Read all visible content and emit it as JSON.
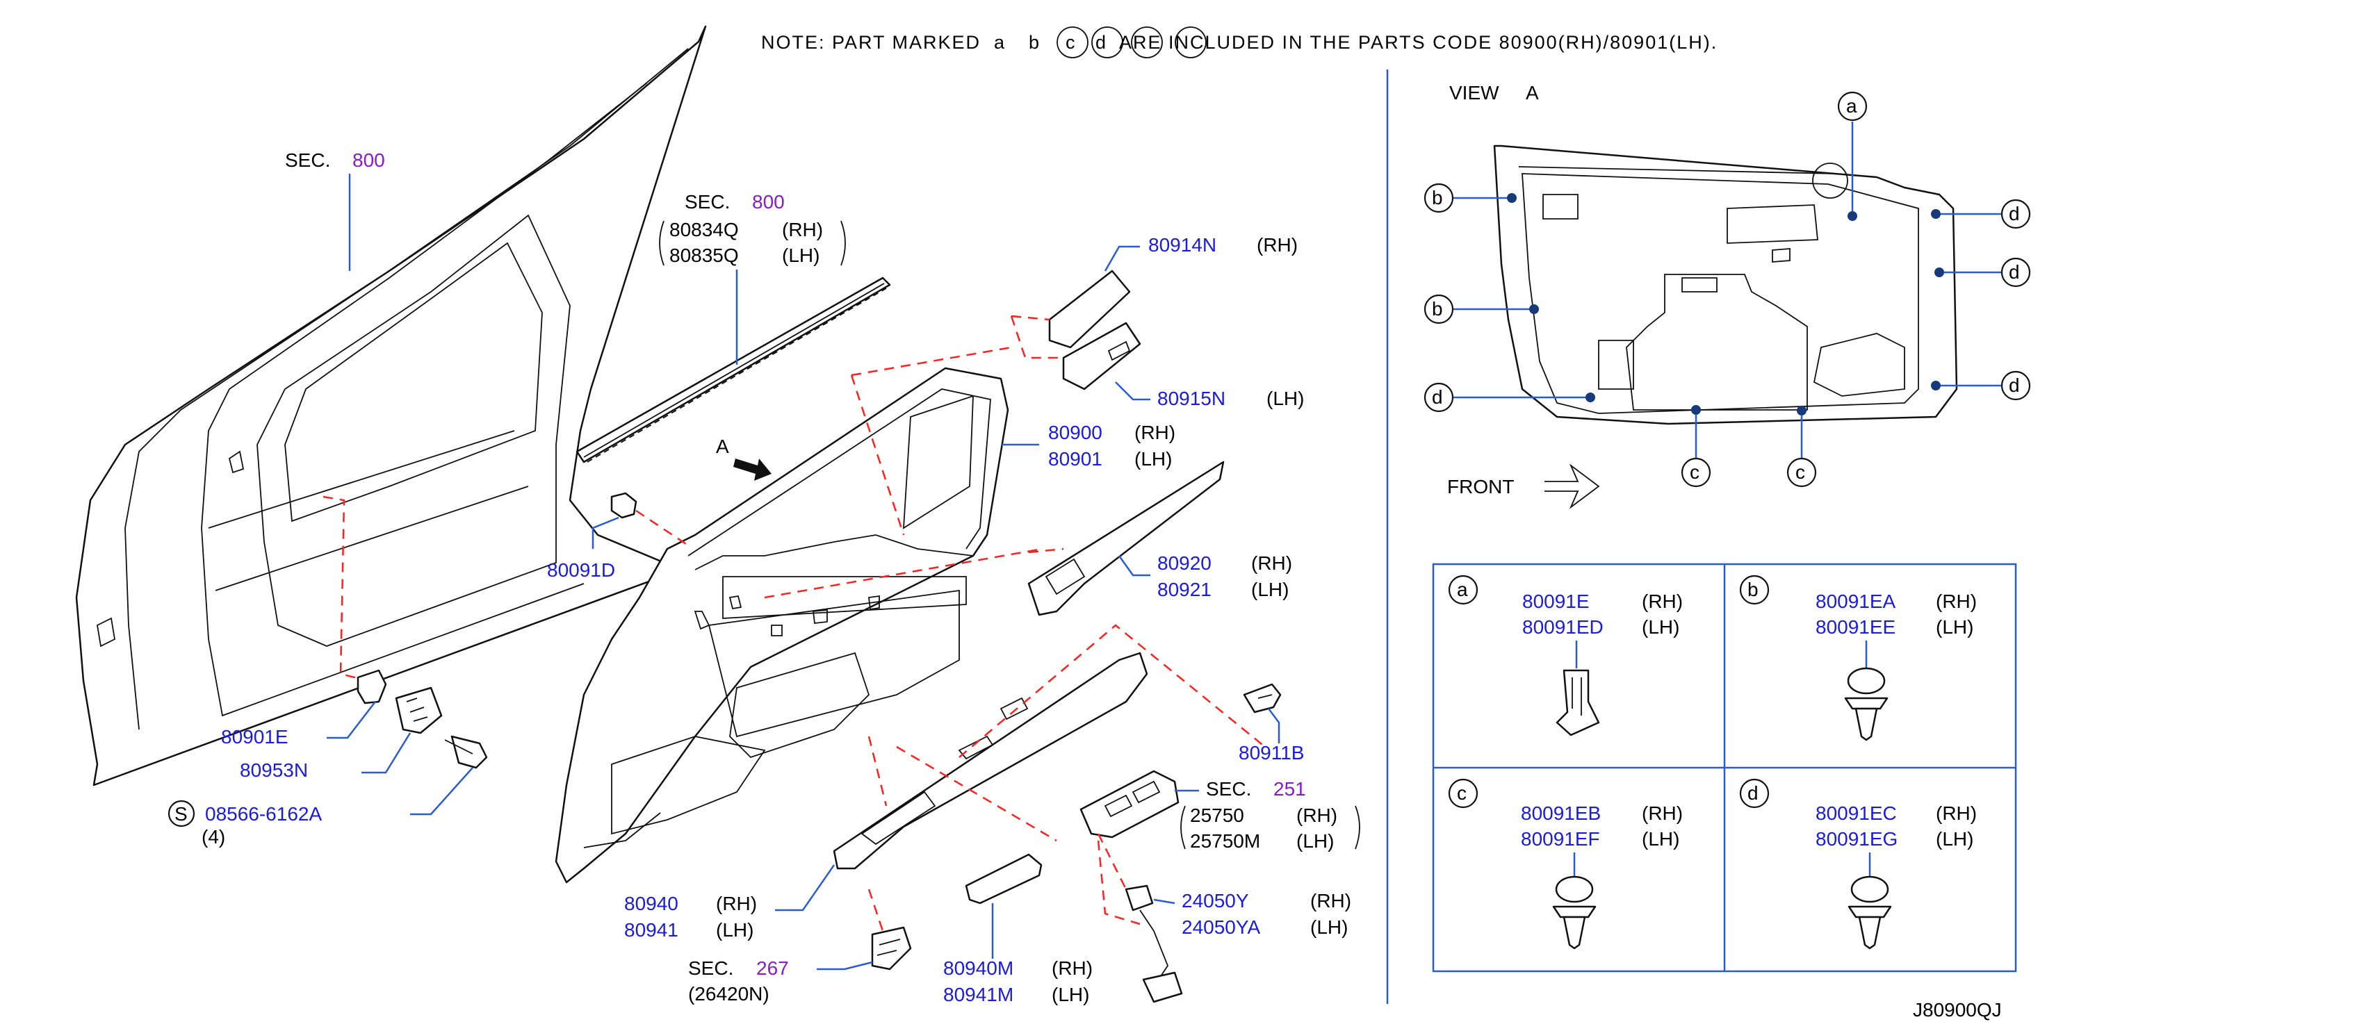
{
  "note": {
    "prefix": "NOTE:  PART  MARKED",
    "a": "a",
    "b": "b",
    "c": "c",
    "d": "d",
    "suffix": "ARE  INCLUDED  IN  THE  PARTS  CODE  80900(RH)/80901(LH)."
  },
  "diagram_code": "J80900QJ",
  "view": {
    "title": "VIEW",
    "letter": "A",
    "front": "FRONT"
  },
  "arrow_a": "A",
  "callouts": {
    "sec_door": {
      "sec": "SEC.",
      "num": "800"
    },
    "sec_strip": {
      "sec": "SEC.",
      "num": "800"
    },
    "p80834q": {
      "part": "80834Q",
      "side": "(RH)"
    },
    "p80835q": {
      "part": "80835Q",
      "side": "(LH)"
    },
    "p80914n": {
      "part": "80914N",
      "side": "(RH)"
    },
    "p80915n": {
      "part": "80915N",
      "side": "(LH)"
    },
    "p80900": {
      "part": "80900",
      "side": "(RH)"
    },
    "p80901": {
      "part": "80901",
      "side": "(LH)"
    },
    "p80091d": {
      "part": "80091D"
    },
    "p80920": {
      "part": "80920",
      "side": "(RH)"
    },
    "p80921": {
      "part": "80921",
      "side": "(LH)"
    },
    "p80911b": {
      "part": "80911B"
    },
    "sec_251": {
      "sec": "SEC.",
      "num": "251"
    },
    "p25750": {
      "part": "25750",
      "side": "(RH)"
    },
    "p25750m": {
      "part": "25750M",
      "side": "(LH)"
    },
    "p24050y": {
      "part": "24050Y",
      "side": "(RH)"
    },
    "p24050ya": {
      "part": "24050YA",
      "side": "(LH)"
    },
    "p80940": {
      "part": "80940",
      "side": "(RH)"
    },
    "p80941": {
      "part": "80941",
      "side": "(LH)"
    },
    "p80940m": {
      "part": "80940M",
      "side": "(RH)"
    },
    "p80941m": {
      "part": "80941M",
      "side": "(LH)"
    },
    "sec_267": {
      "sec": "SEC.",
      "num": "267"
    },
    "p26420n": {
      "part": "(26420N)"
    },
    "p80901e": {
      "part": "80901E"
    },
    "p80953n": {
      "part": "80953N"
    },
    "p08566": {
      "mark": "S",
      "part": "08566-6162A",
      "qty": "(4)"
    }
  },
  "clip_table": {
    "a": {
      "letter": "a",
      "rh_part": "80091E",
      "rh_side": "(RH)",
      "lh_part": "80091ED",
      "lh_side": "(LH)"
    },
    "b": {
      "letter": "b",
      "rh_part": "80091EA",
      "rh_side": "(RH)",
      "lh_part": "80091EE",
      "lh_side": "(LH)"
    },
    "c": {
      "letter": "c",
      "rh_part": "80091EB",
      "rh_side": "(RH)",
      "lh_part": "80091EF",
      "lh_side": "(LH)"
    },
    "d": {
      "letter": "d",
      "rh_part": "80091EC",
      "rh_side": "(RH)",
      "lh_part": "80091EG",
      "lh_side": "(LH)"
    }
  },
  "view_markers": [
    "a",
    "b",
    "b",
    "d",
    "d",
    "d",
    "d",
    "c",
    "c"
  ],
  "colors": {
    "part_number": "#1a1ae6",
    "section_number": "#8a1ad0",
    "leader": "#2a5bd7",
    "dashed": "#ff2020"
  }
}
